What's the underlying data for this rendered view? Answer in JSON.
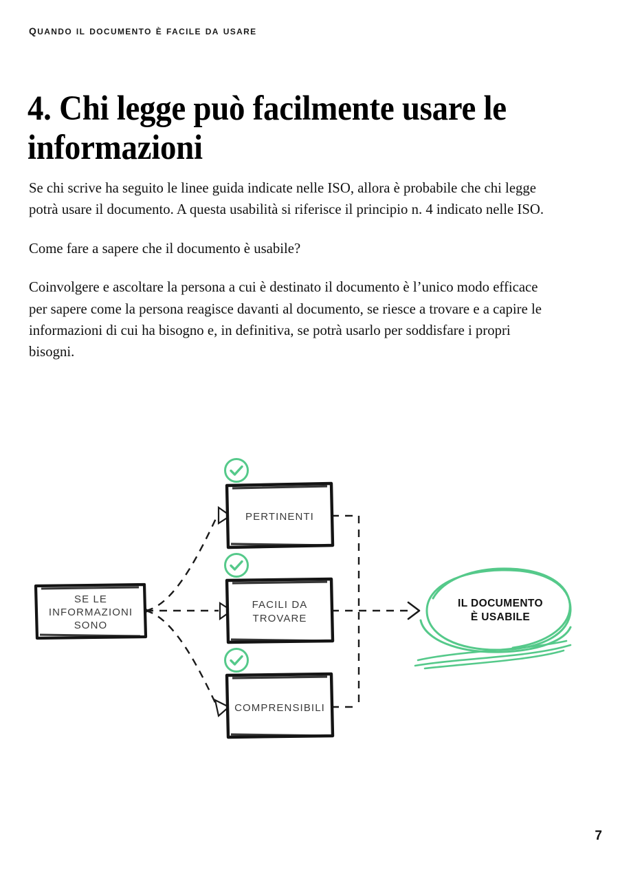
{
  "header": {
    "running_head": "Quando il documento è facile da usare"
  },
  "title": {
    "text": "4. Chi legge può facilmente usare le informazioni"
  },
  "body": {
    "paragraphs": [
      "Se chi scrive ha seguito le linee guida indicate nelle ISO, allora è probabile che chi legge potrà usare il documento. A questa usabilità si riferisce il principio n. 4 indicato nelle ISO.",
      "Come fare a sapere che il documento è usabile?",
      "Coinvolgere e ascoltare la persona a cui è destinato il documento è l’unico modo efficace per sapere come la persona reagisce davanti al documento, se riesce a trovare e a capire le informazioni di cui ha bisogno e, in definitiva, se potrà usarlo per soddisfare i propri bisogni."
    ]
  },
  "diagram": {
    "source_node": {
      "line1": "SE LE",
      "line2": "INFORMAZIONI",
      "line3": "SONO"
    },
    "criteria": [
      {
        "label": "PERTINENTI",
        "badge": "check-circle-icon"
      },
      {
        "label_line1": "FACILI DA",
        "label_line2": "TROVARE",
        "badge": "check-circle-icon"
      },
      {
        "label": "COMPRENSIBILI",
        "badge": "check-circle-icon"
      }
    ],
    "outcome": {
      "line1": "IL DOCUMENTO",
      "line2": "È USABILE"
    },
    "colors": {
      "accent_green": "#55c98a",
      "ink": "#111111",
      "label_gray": "#3a3a3a"
    }
  },
  "footer": {
    "page_number": "7"
  }
}
